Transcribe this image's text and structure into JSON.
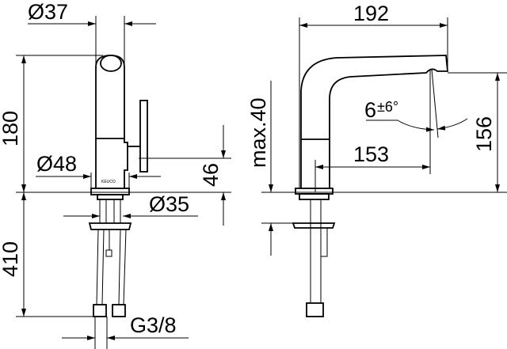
{
  "drawing": {
    "side_view": {
      "dimensions": {
        "spout_diameter": "Ø37",
        "height": "180",
        "body_diameter": "Ø48",
        "lever_height": "46",
        "shank_diameter": "Ø35",
        "hose_length": "410",
        "connection_thread": "G3/8"
      },
      "brand_mark": "KEUCO"
    },
    "front_view": {
      "dimensions": {
        "reach": "192",
        "spout_projection": "153",
        "outlet_height": "156",
        "max_counter_thickness": "max.40",
        "angle_value": "6",
        "angle_tolerance": "±6°"
      }
    }
  },
  "colors": {
    "line": "#000000",
    "background": "#ffffff"
  }
}
